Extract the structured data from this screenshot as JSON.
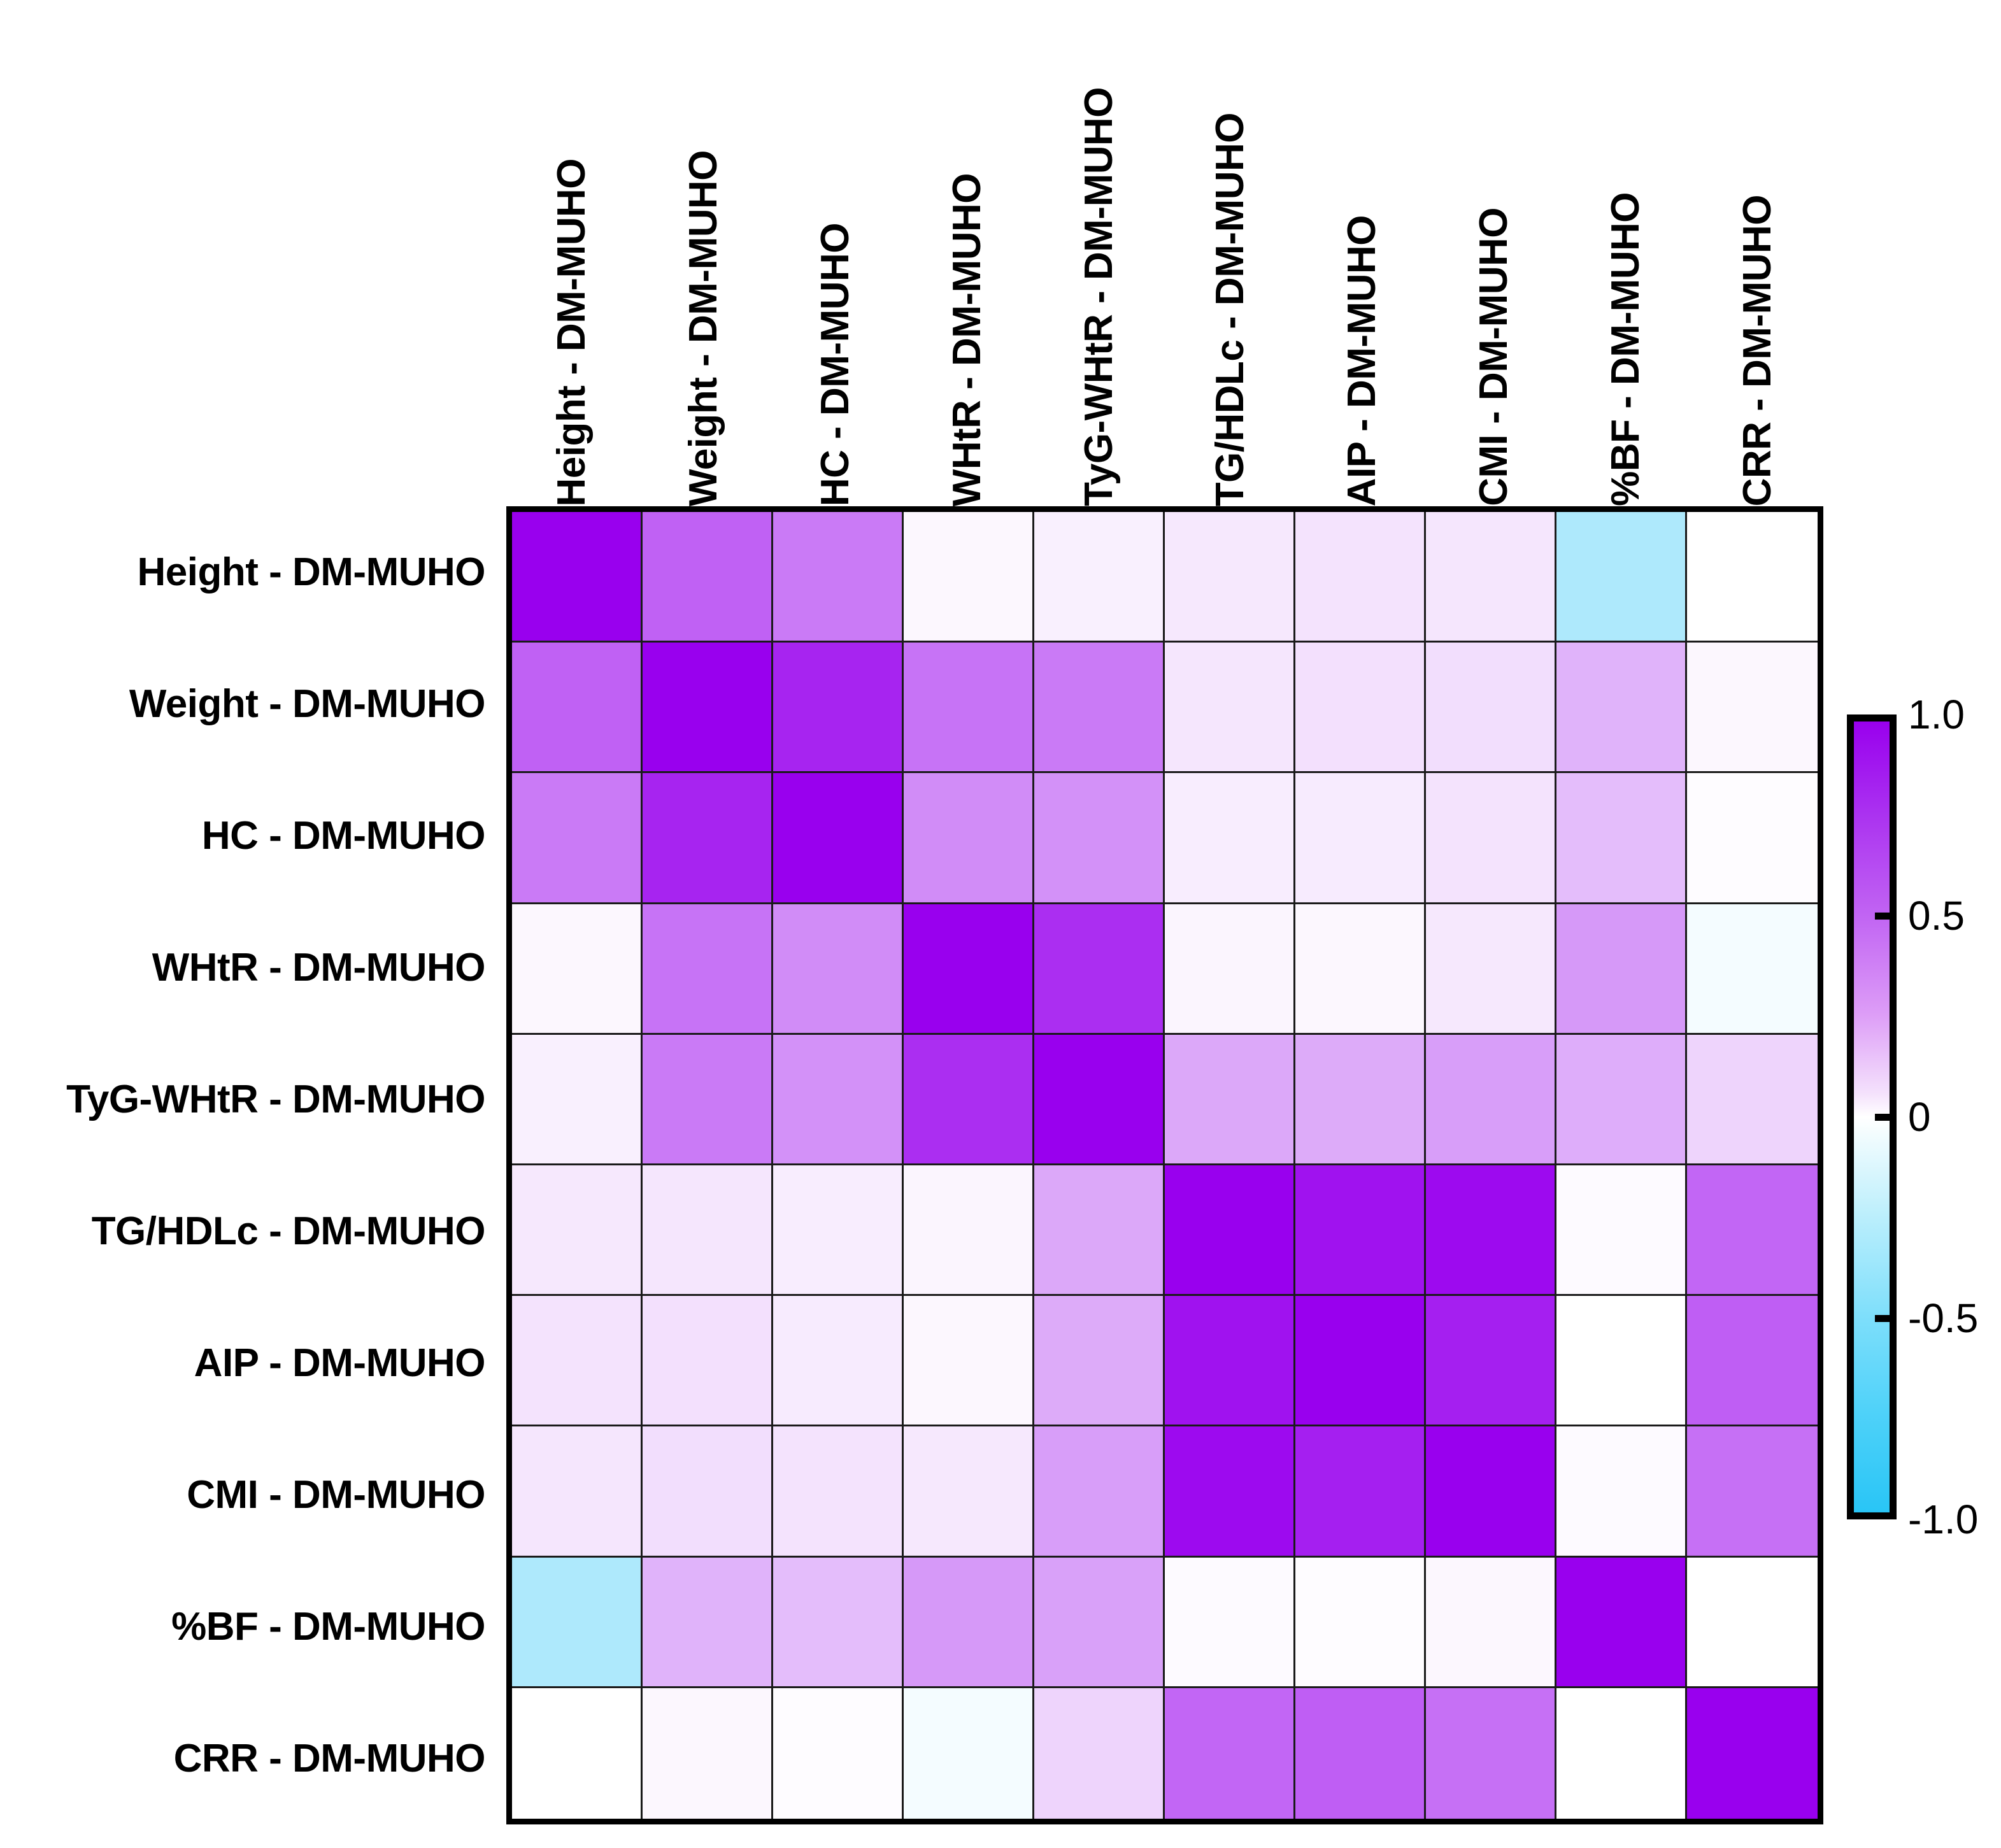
{
  "chart_data": {
    "type": "heatmap",
    "title": "",
    "xlabel": "",
    "ylabel": "",
    "grid": true,
    "legend_position": "right",
    "colormap": {
      "name": "cyan-white-purple",
      "low_color": "#29c5f6",
      "mid_color": "#ffffff",
      "high_color": "#9900ee",
      "vmin": -1.0,
      "vmax": 1.0
    },
    "colorbar": {
      "ticks": [
        1.0,
        0.5,
        0,
        -0.5,
        -1.0
      ],
      "tick_labels": [
        "1.0",
        "0.5",
        "0",
        "-0.5",
        "-1.0"
      ],
      "orientation": "vertical"
    },
    "x_categories": [
      "Height - DM-MUHO",
      "Weight - DM-MUHO",
      "HC - DM-MUHO",
      "WHtR - DM-MUHO",
      "TyG-WHtR - DM-MUHO",
      "TG/HDLc - DM-MUHO",
      "AIP - DM-MUHO",
      "CMI - DM-MUHO",
      "%BF - DM-MUHO",
      "CRR - DM-MUHO"
    ],
    "y_categories": [
      "Height - DM-MUHO",
      "Weight - DM-MUHO",
      "HC - DM-MUHO",
      "WHtR - DM-MUHO",
      "TyG-WHtR - DM-MUHO",
      "TG/HDLc - DM-MUHO",
      "AIP - DM-MUHO",
      "CMI - DM-MUHO",
      "%BF - DM-MUHO",
      "CRR - DM-MUHO"
    ],
    "values": [
      [
        1.0,
        0.62,
        0.52,
        0.03,
        0.06,
        0.09,
        0.11,
        0.1,
        -0.38,
        0.0
      ],
      [
        0.62,
        1.0,
        0.86,
        0.55,
        0.52,
        0.1,
        0.12,
        0.13,
        0.3,
        0.03
      ],
      [
        0.52,
        0.86,
        1.0,
        0.45,
        0.43,
        0.07,
        0.08,
        0.11,
        0.26,
        0.01
      ],
      [
        0.03,
        0.55,
        0.45,
        1.0,
        0.82,
        0.04,
        0.03,
        0.09,
        0.4,
        -0.05
      ],
      [
        0.06,
        0.52,
        0.43,
        0.82,
        1.0,
        0.34,
        0.33,
        0.38,
        0.32,
        0.17
      ],
      [
        0.09,
        0.1,
        0.07,
        0.04,
        0.34,
        1.0,
        0.93,
        0.96,
        0.02,
        0.6
      ],
      [
        0.11,
        0.12,
        0.08,
        0.03,
        0.33,
        0.93,
        1.0,
        0.88,
        0.0,
        0.63
      ],
      [
        0.1,
        0.13,
        0.11,
        0.09,
        0.38,
        0.96,
        0.88,
        1.0,
        0.02,
        0.56
      ],
      [
        -0.38,
        0.3,
        0.26,
        0.4,
        0.37,
        0.02,
        0.01,
        0.03,
        1.0,
        0.0
      ],
      [
        0.0,
        0.03,
        0.01,
        -0.05,
        0.17,
        0.6,
        0.63,
        0.56,
        0.0,
        1.0
      ]
    ]
  }
}
